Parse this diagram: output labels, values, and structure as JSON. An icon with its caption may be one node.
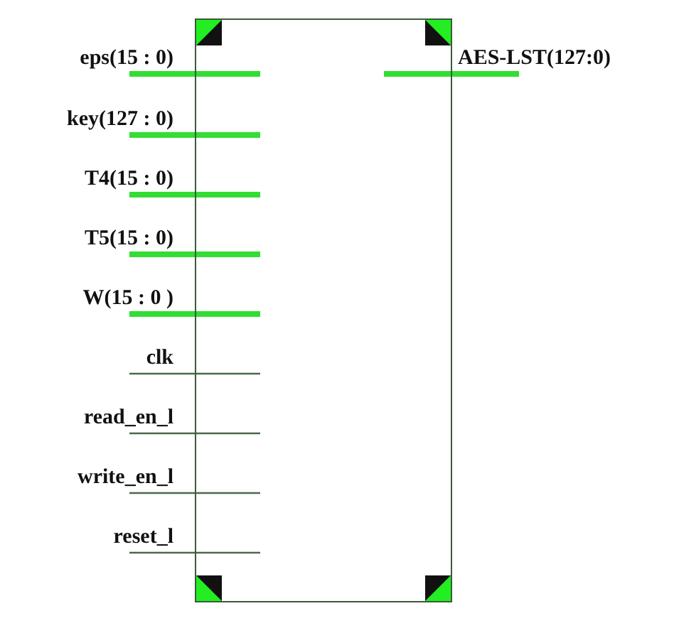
{
  "diagram": {
    "nodes": [
      {
        "text": [],
        "shape": "box"
      },
      {
        "text": [
          "eps(15 : 0)"
        ]
      },
      {
        "text": [
          "key(127 : 0)"
        ]
      },
      {
        "text": [
          "T4(15 : 0)"
        ]
      },
      {
        "text": [
          "T5(15 : 0)"
        ]
      },
      {
        "text": [
          "W(15 : 0 )"
        ]
      },
      {
        "text": [
          "clk"
        ]
      },
      {
        "text": [
          "read_en_l"
        ]
      },
      {
        "text": [
          "write_en_l"
        ]
      },
      {
        "text": [
          "reset_l"
        ]
      },
      {
        "text": [
          "AES-LST(127:0)"
        ]
      }
    ],
    "edges": [
      {
        "from": 1,
        "to": 0,
        "arrow": "none"
      },
      {
        "from": 2,
        "to": 0,
        "arrow": "none"
      },
      {
        "from": 3,
        "to": 0,
        "arrow": "none"
      },
      {
        "from": 4,
        "to": 0,
        "arrow": "none"
      },
      {
        "from": 5,
        "to": 0,
        "arrow": "none"
      },
      {
        "from": 6,
        "to": 0,
        "arrow": "none",
        "color": "#4a6a4a"
      },
      {
        "from": 7,
        "to": 0,
        "arrow": "none",
        "color": "#4a6a4a"
      },
      {
        "from": 8,
        "to": 0,
        "arrow": "none",
        "color": "#4a6a4a"
      },
      {
        "from": 9,
        "to": 0,
        "arrow": "none",
        "color": "#4a6a4a"
      },
      {
        "from": 0,
        "to": 10,
        "arrow": "none"
      }
    ]
  }
}
